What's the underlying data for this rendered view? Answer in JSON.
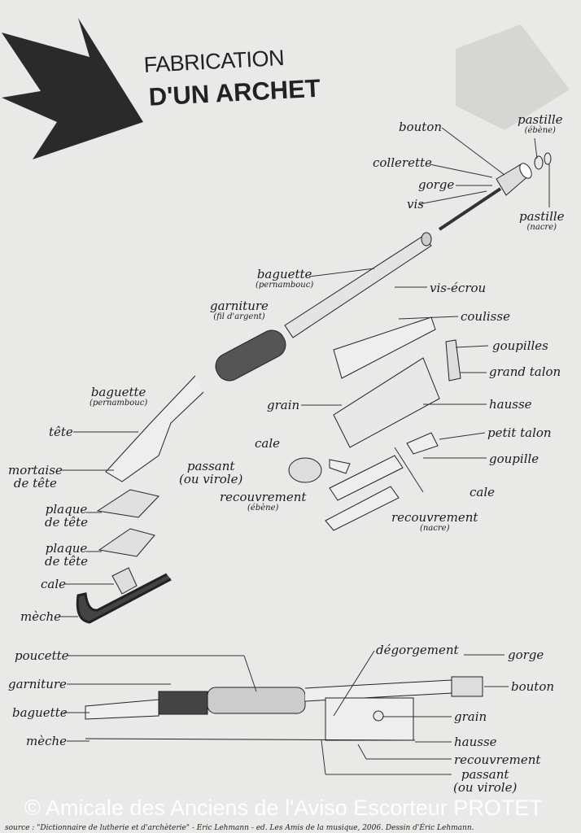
{
  "title": {
    "line1": "FABRICATION",
    "line2": "D'UN ARCHET"
  },
  "labels": {
    "bouton_top": "bouton",
    "pastille_ebene": "pastille",
    "pastille_ebene_sub": "(ébène)",
    "collerette": "collerette",
    "gorge_top": "gorge",
    "vis": "vis",
    "pastille_nacre": "pastille",
    "pastille_nacre_sub": "(nacre)",
    "baguette_top": "baguette",
    "baguette_top_sub": "(pernambouc)",
    "vis_ecrou": "vis-écrou",
    "garniture_top": "garniture",
    "garniture_top_sub": "(fil d'argent)",
    "coulisse": "coulisse",
    "goupilles": "goupilles",
    "grand_talon": "grand talon",
    "baguette_mid": "baguette",
    "baguette_mid_sub": "(pernambouc)",
    "grain_mid": "grain",
    "hausse_mid": "hausse",
    "tete": "tête",
    "petit_talon": "petit talon",
    "cale_mid": "cale",
    "goupille": "goupille",
    "mortaise": "mortaise",
    "mortaise2": "de tête",
    "passant_mid": "passant",
    "passant_mid_sub": "(ou virole)",
    "recouvrement_ebene": "recouvrement",
    "recouvrement_ebene_sub": "(ébène)",
    "cale_right": "cale",
    "plaque1": "plaque",
    "plaque1b": "de tête",
    "recouvrement_nacre": "recouvrement",
    "recouvrement_nacre_sub": "(nacre)",
    "plaque2": "plaque",
    "plaque2b": "de tête",
    "cale_left": "cale",
    "meche_top": "mèche",
    "poucette": "poucette",
    "degorgement": "dégorgement",
    "gorge_bottom": "gorge",
    "garniture_bottom": "garniture",
    "bouton_bottom": "bouton",
    "baguette_bottom": "baguette",
    "grain_bottom": "grain",
    "meche_bottom": "mèche",
    "hausse_bottom": "hausse",
    "recouvrement_bottom": "recouvrement",
    "passant_bottom": "passant",
    "passant_bottom_sub": "(ou virole)"
  },
  "source": "source : \"Dictionnaire de lutherie et d'archèterie\" - Eric Lehmann - ed. Les Amis de la musique, 2006. Dessin d'Éric Lehmann.",
  "watermark": "© Amicale des Anciens de l'Aviso Escorteur PROTET",
  "colors": {
    "paper": "#e9e9e7",
    "ink": "#1b1b1b",
    "arrow": "#2a2a2a"
  }
}
